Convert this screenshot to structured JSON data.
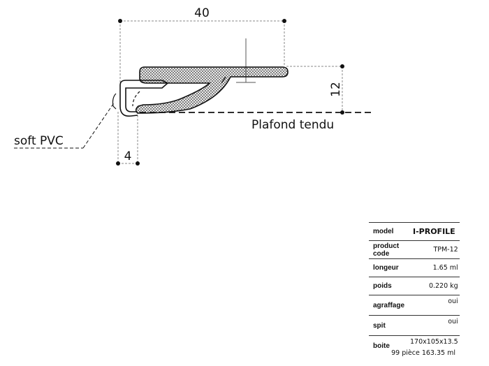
{
  "drawing": {
    "dim_width": "40",
    "dim_height": "12",
    "dim_small": "4",
    "label_material": "soft PVC",
    "label_ceiling": "Plafond tendu"
  },
  "specs": {
    "rows": [
      {
        "key": "model",
        "value": "I-PROFILE"
      },
      {
        "key": "product code",
        "value": "TPM-12"
      },
      {
        "key": "longeur",
        "value": "1.65 ml"
      },
      {
        "key": "poids",
        "value": "0.220 kg"
      },
      {
        "key": "agraffage",
        "value": "oui"
      },
      {
        "key": "spit",
        "value": "oui"
      },
      {
        "key": "boite",
        "value": "170x105x13.5"
      }
    ],
    "packaging": "99 pièce 163.35 ml"
  },
  "colors": {
    "line": "#111111",
    "hatch": "#555555",
    "dim_line": "#888888"
  }
}
